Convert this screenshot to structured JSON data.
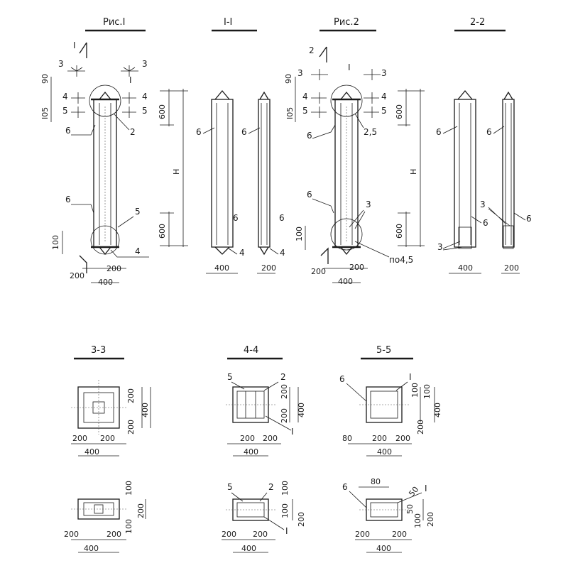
{
  "title_labels": {
    "fig1": "Рис.I",
    "sec_1_1": "I-I",
    "fig2": "Рис.2",
    "sec_2_2": "2-2",
    "sec_3_3": "3-3",
    "sec_4_4": "4-4",
    "sec_5_5": "5-5"
  },
  "fig1": {
    "dim_90": "90",
    "dim_105": "I05",
    "dim_100": "100",
    "dim_200_left": "200",
    "dim_200_right": "200",
    "dim_400": "400",
    "view_I": "I",
    "callouts": [
      "3",
      "3",
      "4",
      "4",
      "5",
      "5",
      "6",
      "2",
      "6",
      "5",
      "4"
    ],
    "circle_label": "I"
  },
  "column_dims": {
    "d600_top": "600",
    "d_H": "H",
    "d600_bottom": "600"
  },
  "sec_1_1": {
    "callouts": [
      "6",
      "6",
      "4",
      "6",
      "6",
      "4"
    ],
    "dim_400": "400",
    "dim_200": "200"
  },
  "fig2": {
    "dim_90": "90",
    "dim_105": "I05",
    "dim_100": "100",
    "dim_200_left": "200",
    "dim_200_right": "200",
    "dim_400": "400",
    "view_2": "2",
    "circle_label": "I",
    "callouts": [
      "3",
      "3",
      "4",
      "4",
      "5",
      "5",
      "6",
      "2,5",
      "6",
      "3",
      "по4,5"
    ]
  },
  "sec_2_2": {
    "callouts": [
      "6",
      "6",
      "3",
      "6",
      "3",
      "6"
    ],
    "dim_400": "400",
    "dim_200": "200"
  },
  "sec_3_3": {
    "top": {
      "d1": "200",
      "d2": "200",
      "d3": "400",
      "b1": "200",
      "b2": "200",
      "b3": "400"
    },
    "bottom": {
      "d1": "100",
      "d2": "100",
      "d3": "200",
      "b1": "200",
      "b2": "200",
      "b3": "400"
    }
  },
  "sec_4_4": {
    "top": {
      "c1": "5",
      "c2": "2",
      "c3": "I",
      "d1": "200",
      "d2": "200",
      "d3": "400",
      "b1": "200",
      "b2": "200",
      "b3": "400"
    },
    "bottom": {
      "c1": "5",
      "c2": "2",
      "c3": "I",
      "d1": "100",
      "d2": "100",
      "d3": "200",
      "b1": "200",
      "b2": "200",
      "b3": "400"
    }
  },
  "sec_5_5": {
    "top": {
      "c1": "6",
      "c2": "I",
      "d1": "100",
      "d2": "100",
      "d3": "200",
      "d4": "400",
      "b0": "80",
      "b1": "200",
      "b2": "200",
      "b3": "400"
    },
    "bottom": {
      "c1": "6",
      "c2": "80",
      "c3": "I",
      "d1": "50",
      "d2": "50",
      "d3": "100",
      "d4": "200",
      "b1": "200",
      "b2": "200",
      "b3": "400"
    }
  }
}
